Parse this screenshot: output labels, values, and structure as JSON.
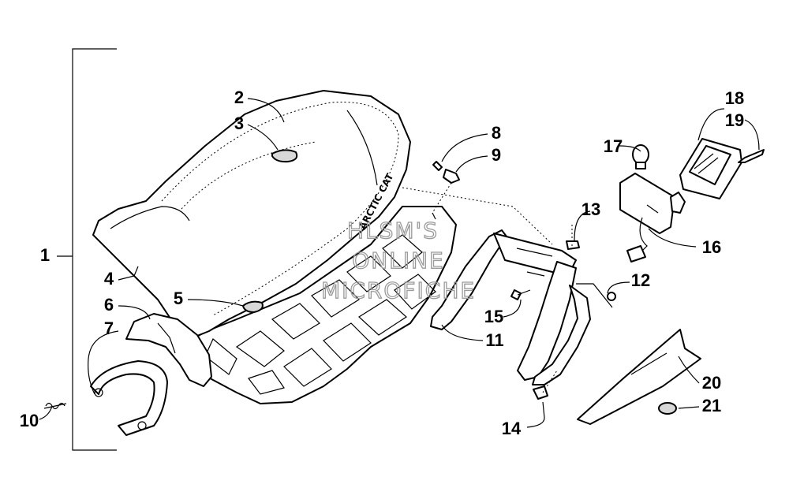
{
  "callouts": {
    "c1": "1",
    "c2": "2",
    "c3": "3",
    "c4": "4",
    "c5": "5",
    "c6": "6",
    "c7": "7",
    "c8": "8",
    "c9": "9",
    "c10": "10",
    "c11": "11",
    "c12": "12",
    "c13": "13",
    "c14": "14",
    "c15": "15",
    "c16": "16",
    "c17": "17",
    "c18": "18",
    "c19": "19",
    "c20": "20",
    "c21": "21"
  },
  "watermark": {
    "line1": "HLSM'S",
    "line2": "ONLINE",
    "line3": "MICROFICHE"
  },
  "seat_logo": "ARCTIC CAT"
}
